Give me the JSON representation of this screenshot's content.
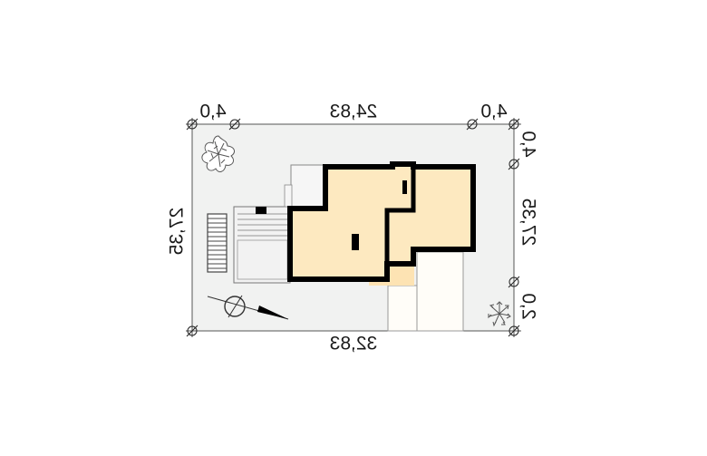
{
  "dimensions": {
    "top_left_setback": "4,0",
    "top_width": "24,83",
    "top_right_setback": "4,0",
    "bottom_width": "32,83",
    "left_depth": "27,35",
    "right_top_setback": "4,0",
    "right_depth": "27,35",
    "right_bottom_setback": "2,0"
  },
  "colors": {
    "plot": "#f1f2f1",
    "building_fill": "#fde9c0",
    "wall": "#000000",
    "terrace": "#f2f2f2",
    "paving": "#fffdf8",
    "vegetation": "#555555"
  },
  "icons": [
    "tree-icon",
    "shrub-icon",
    "north-arrow-icon"
  ]
}
